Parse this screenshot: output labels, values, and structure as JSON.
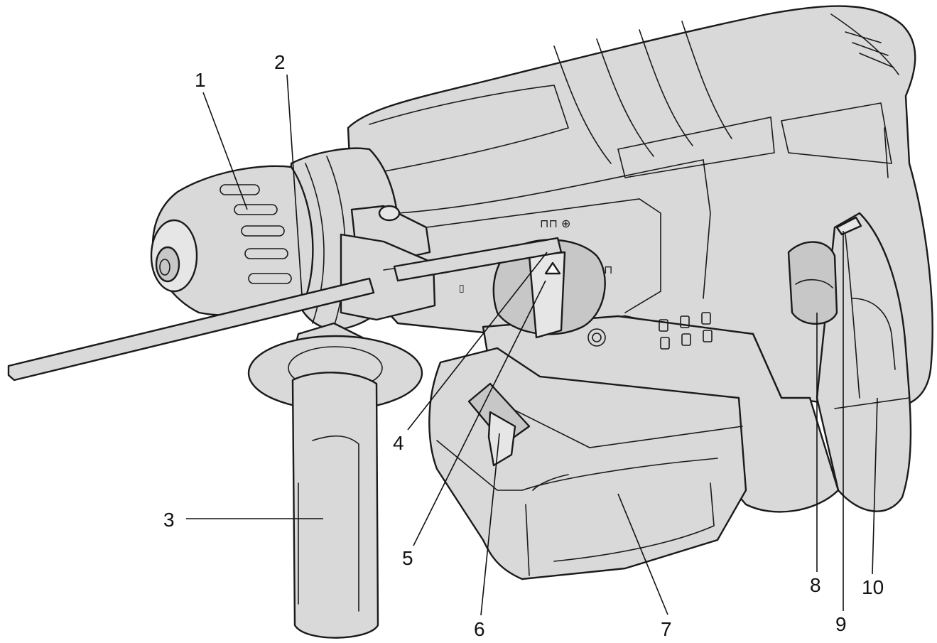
{
  "diagram": {
    "colors": {
      "body_fill": "#d9d9d9",
      "shade_fill": "#c7c7c7",
      "light_fill": "#e6e6e6",
      "line": "#1a1a1a",
      "background": "#ffffff"
    },
    "callouts": [
      {
        "id": "c1",
        "label": "1"
      },
      {
        "id": "c2",
        "label": "2"
      },
      {
        "id": "c3",
        "label": "3"
      },
      {
        "id": "c4",
        "label": "4"
      },
      {
        "id": "c5",
        "label": "5"
      },
      {
        "id": "c6",
        "label": "6"
      },
      {
        "id": "c7",
        "label": "7"
      },
      {
        "id": "c8",
        "label": "8"
      },
      {
        "id": "c9",
        "label": "9"
      },
      {
        "id": "c10",
        "label": "10"
      }
    ]
  }
}
